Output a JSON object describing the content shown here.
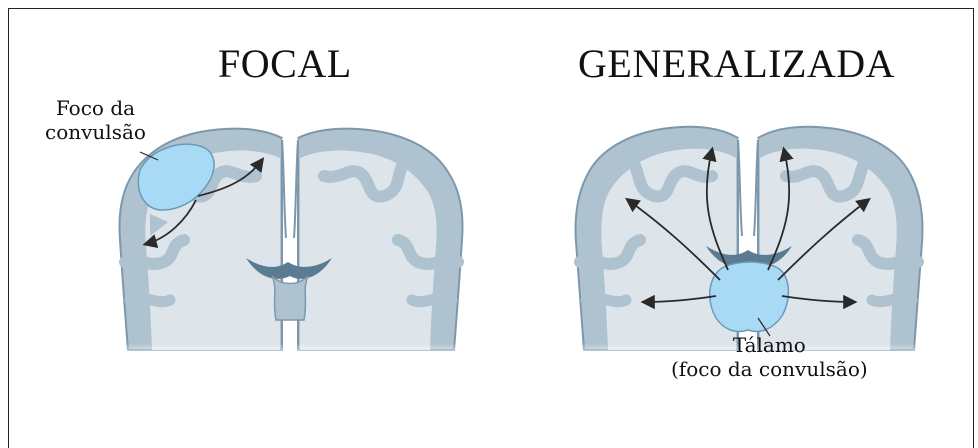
{
  "panels": {
    "focal": {
      "title": "FOCAL",
      "focus_label_line1": "Foco da",
      "focus_label_line2": "convulsão"
    },
    "generalized": {
      "title": "GENERALIZADA",
      "thalamus_label_line1": "Tálamo",
      "thalamus_label_line2": "(foco da convulsão)"
    }
  },
  "colors": {
    "brain_fill": "#d4dde4",
    "cortex": "#aec2d0",
    "cortex_stroke": "#7d98ab",
    "focus": "#a8daf5",
    "arrow": "#2a2a2a"
  }
}
